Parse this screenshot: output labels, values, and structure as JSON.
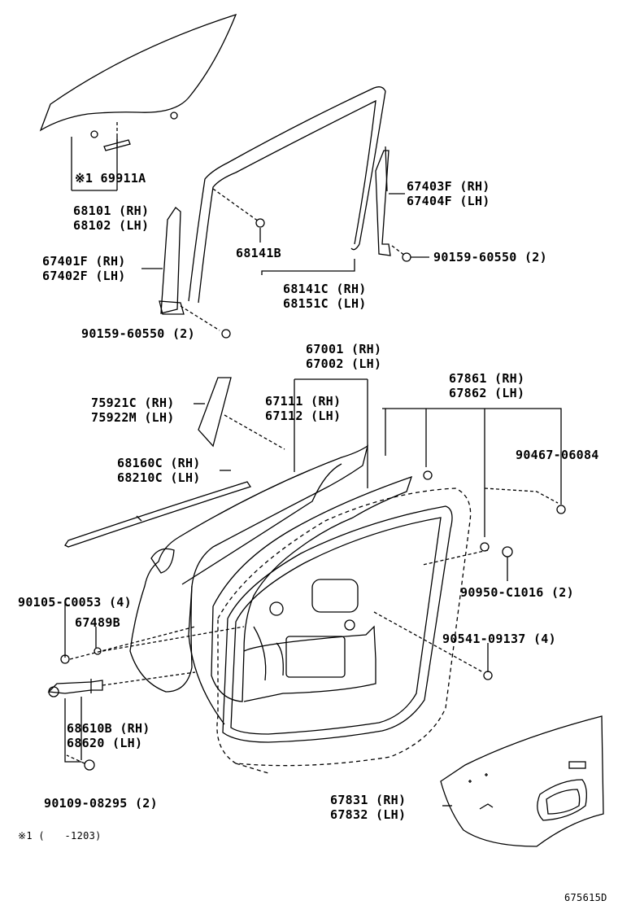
{
  "parts": {
    "glass_note": "※1 69911A",
    "glass": [
      "68101 (RH)",
      "68102 (LH)"
    ],
    "rear_channel": [
      "67403F (RH)",
      "67404F (LH)"
    ],
    "front_channel": [
      "67401F (RH)",
      "67402F (LH)"
    ],
    "run_clip": "68141B",
    "run": [
      "68141C (RH)",
      "68151C (LH)"
    ],
    "bolt_top_right": "90159-60550 (2)",
    "bolt_front_lower": "90159-60550 (2)",
    "door_panel": [
      "67001 (RH)",
      "67002 (LH)"
    ],
    "trim_tape": [
      "75921C (RH)",
      "75922M (LH)"
    ],
    "weatherstrip_outer": [
      "67111 (RH)",
      "67112 (LH)"
    ],
    "weatherstrip_door": [
      "67861 (RH)",
      "67862 (LH)"
    ],
    "clip_90467": "90467-06084",
    "belt_moulding": [
      "68160C (RH)",
      "68210C (LH)"
    ],
    "bolt_90105": "90105-C0053 (4)",
    "plug_67489": "67489B",
    "nut_90950": "90950-C1016 (2)",
    "hole_plug": "90541-09137 (4)",
    "check_assy": [
      "68610B (RH)",
      "68620 (LH)"
    ],
    "bolt_90109": "90109-08295 (2)",
    "service_hole_cover": [
      "67831 (RH)",
      "67832 (LH)"
    ]
  },
  "footnote": "※1 (　　-1203)",
  "diagram_id": "675615D"
}
